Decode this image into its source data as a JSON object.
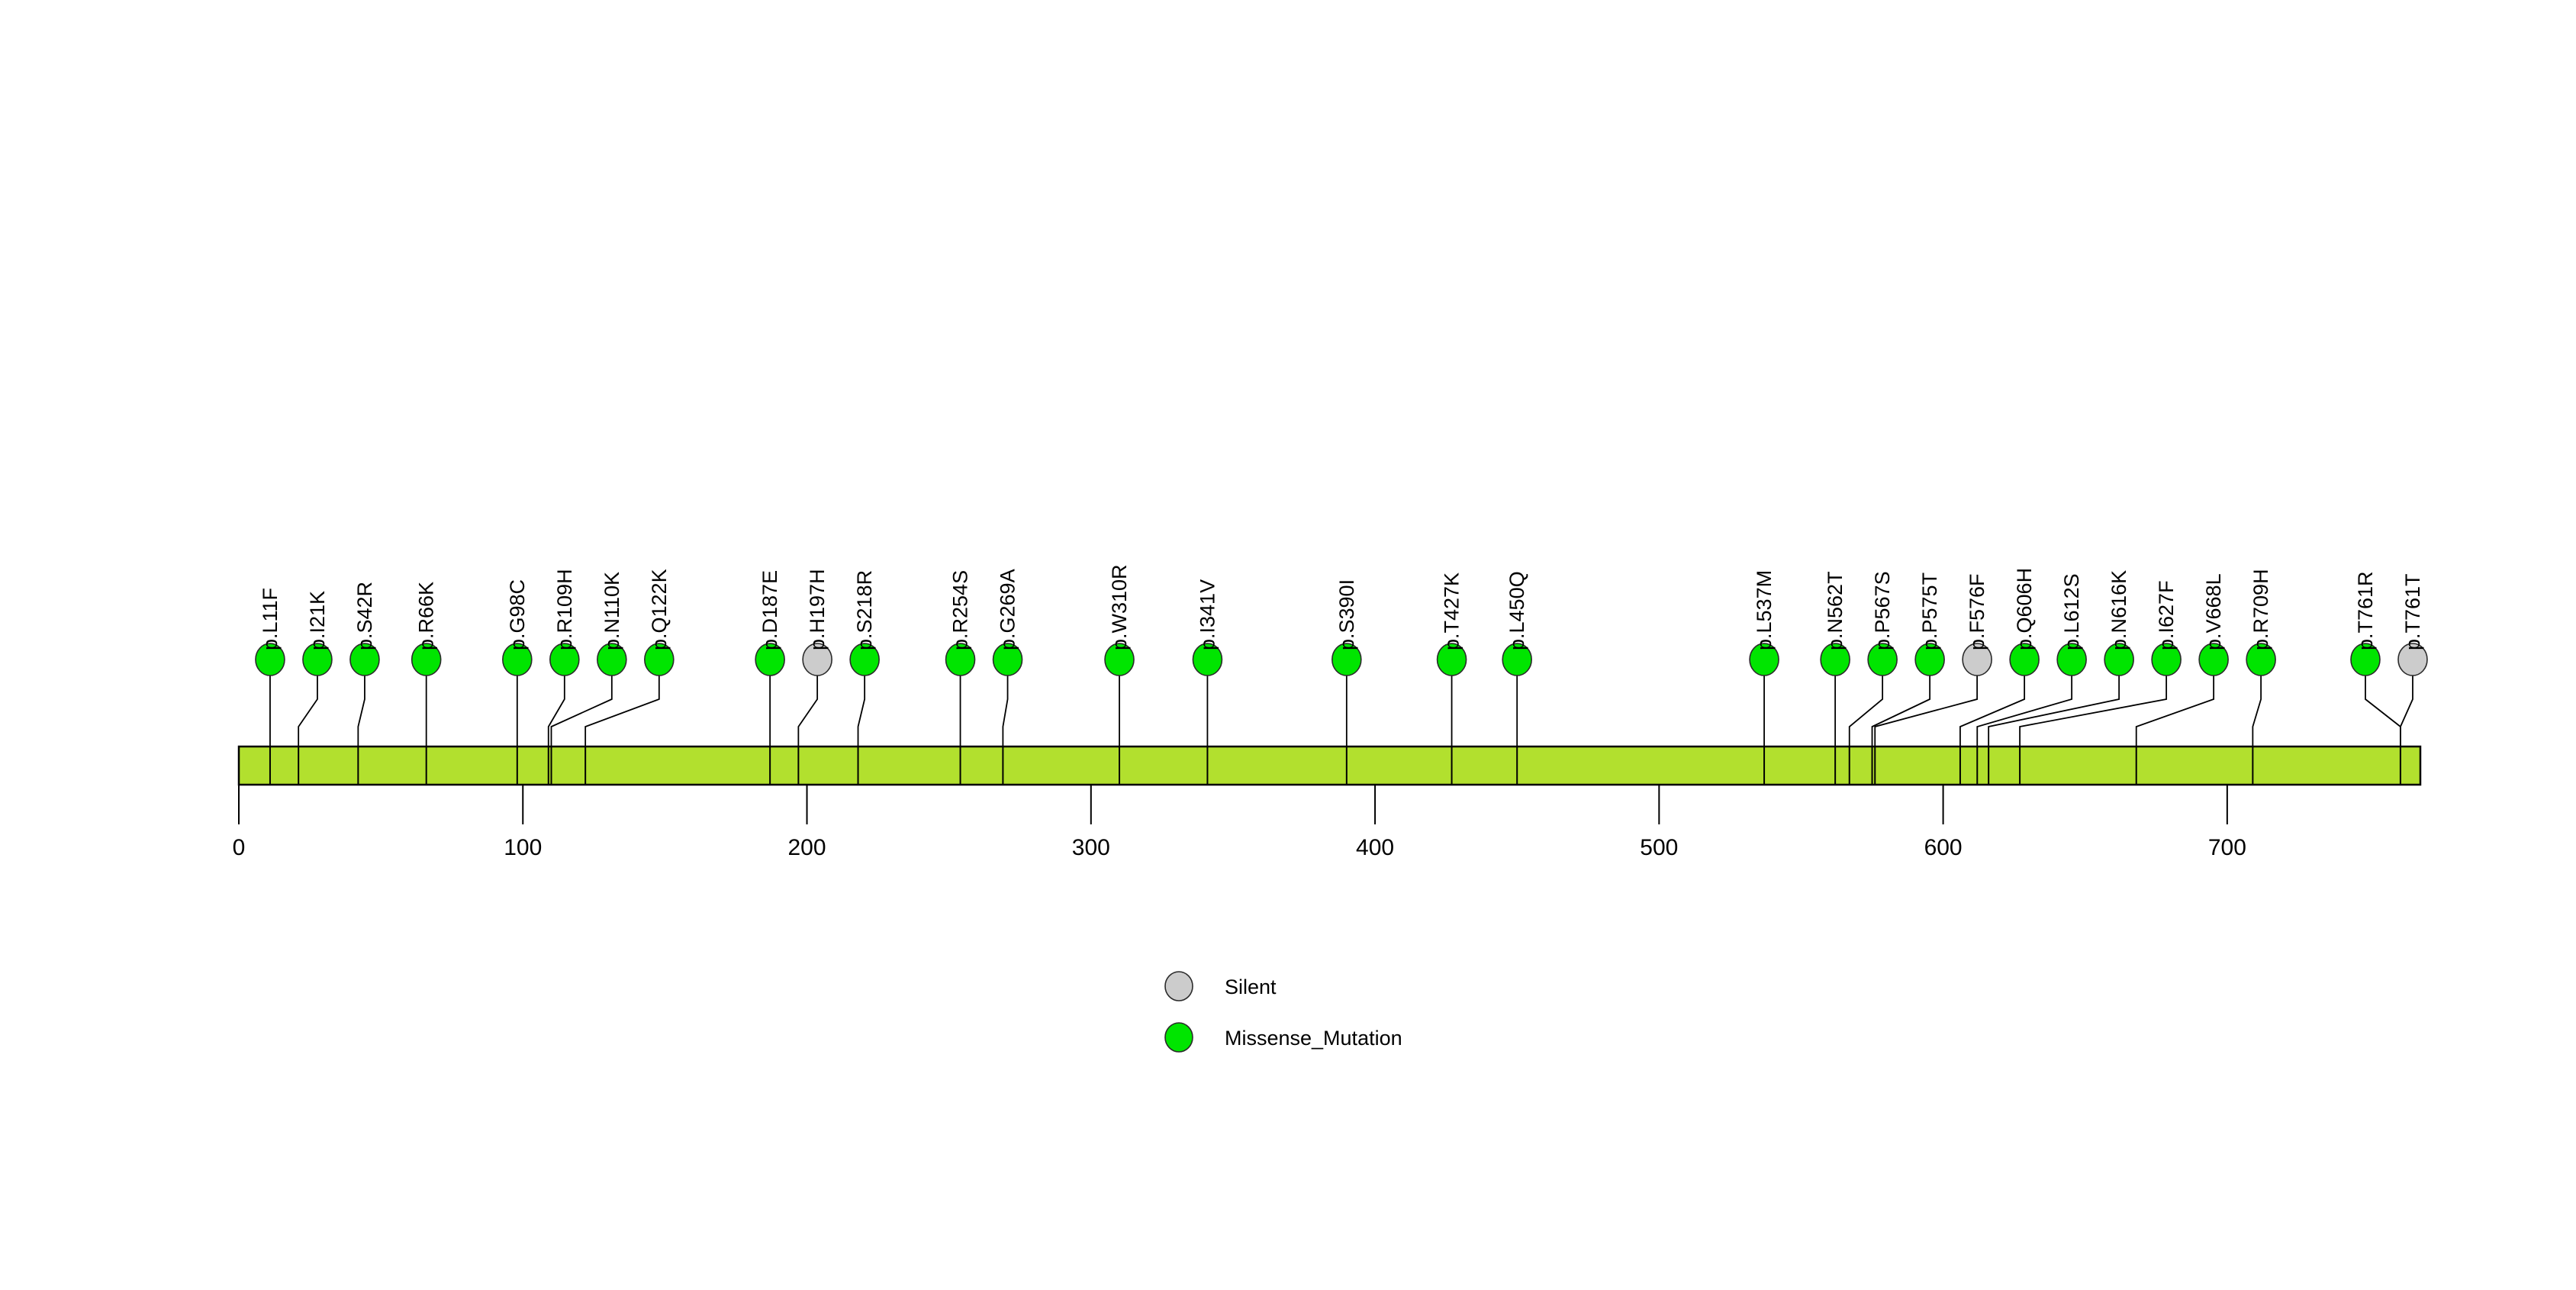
{
  "chart_data": {
    "type": "lollipop",
    "title": "",
    "xlabel": "",
    "ylabel": "",
    "xlim": [
      0,
      768
    ],
    "grid": false,
    "protein_length": 768,
    "protein_bar_color": "#B2E02E",
    "legend_position": "bottom-center",
    "axis_ticks": [
      0,
      100,
      200,
      300,
      400,
      500,
      600,
      700
    ],
    "axis_tick_labels": [
      "0",
      "100",
      "200",
      "300",
      "400",
      "500",
      "600",
      "700"
    ],
    "legend": [
      {
        "label": "Silent",
        "color": "#CCCCCC"
      },
      {
        "label": "Missense_Mutation",
        "color": "#00E500"
      }
    ],
    "categories": [
      "p.L11F",
      "p.I21K",
      "p.S42R",
      "p.R66K",
      "p.G98C",
      "p.R109H",
      "p.N110K",
      "p.Q122K",
      "p.D187E",
      "p.H197H",
      "p.S218R",
      "p.R254S",
      "p.G269A",
      "p.W310R",
      "p.I341V",
      "p.S390I",
      "p.T427K",
      "p.L450Q",
      "p.L537M",
      "p.N562T",
      "p.P567S",
      "p.P575T",
      "p.F576F",
      "p.Q606H",
      "p.L612S",
      "p.N616K",
      "p.I627F",
      "p.V668L",
      "p.R709H",
      "p.T761R",
      "p.T761T"
    ],
    "positions": [
      11,
      21,
      42,
      66,
      98,
      109,
      110,
      122,
      187,
      197,
      218,
      254,
      269,
      310,
      341,
      390,
      427,
      450,
      537,
      562,
      567,
      575,
      576,
      606,
      612,
      616,
      627,
      668,
      709,
      761,
      761
    ],
    "values": [
      1,
      1,
      1,
      1,
      1,
      1,
      1,
      1,
      1,
      1,
      1,
      1,
      1,
      1,
      1,
      1,
      1,
      1,
      1,
      1,
      1,
      1,
      1,
      1,
      1,
      1,
      1,
      1,
      1,
      1,
      1
    ],
    "mutations": [
      {
        "label": "p.L11F",
        "position": 11,
        "type": "Missense_Mutation",
        "color": "#00E500",
        "count": 1
      },
      {
        "label": "p.I21K",
        "position": 21,
        "type": "Missense_Mutation",
        "color": "#00E500",
        "count": 1
      },
      {
        "label": "p.S42R",
        "position": 42,
        "type": "Missense_Mutation",
        "color": "#00E500",
        "count": 1
      },
      {
        "label": "p.R66K",
        "position": 66,
        "type": "Missense_Mutation",
        "color": "#00E500",
        "count": 1
      },
      {
        "label": "p.G98C",
        "position": 98,
        "type": "Missense_Mutation",
        "color": "#00E500",
        "count": 1
      },
      {
        "label": "p.R109H",
        "position": 109,
        "type": "Missense_Mutation",
        "color": "#00E500",
        "count": 1
      },
      {
        "label": "p.N110K",
        "position": 110,
        "type": "Missense_Mutation",
        "color": "#00E500",
        "count": 1
      },
      {
        "label": "p.Q122K",
        "position": 122,
        "type": "Missense_Mutation",
        "color": "#00E500",
        "count": 1
      },
      {
        "label": "p.D187E",
        "position": 187,
        "type": "Missense_Mutation",
        "color": "#00E500",
        "count": 1
      },
      {
        "label": "p.H197H",
        "position": 197,
        "type": "Silent",
        "color": "#CCCCCC",
        "count": 1
      },
      {
        "label": "p.S218R",
        "position": 218,
        "type": "Missense_Mutation",
        "color": "#00E500",
        "count": 1
      },
      {
        "label": "p.R254S",
        "position": 254,
        "type": "Missense_Mutation",
        "color": "#00E500",
        "count": 1
      },
      {
        "label": "p.G269A",
        "position": 269,
        "type": "Missense_Mutation",
        "color": "#00E500",
        "count": 1
      },
      {
        "label": "p.W310R",
        "position": 310,
        "type": "Missense_Mutation",
        "color": "#00E500",
        "count": 1
      },
      {
        "label": "p.I341V",
        "position": 341,
        "type": "Missense_Mutation",
        "color": "#00E500",
        "count": 1
      },
      {
        "label": "p.S390I",
        "position": 390,
        "type": "Missense_Mutation",
        "color": "#00E500",
        "count": 1
      },
      {
        "label": "p.T427K",
        "position": 427,
        "type": "Missense_Mutation",
        "color": "#00E500",
        "count": 1
      },
      {
        "label": "p.L450Q",
        "position": 450,
        "type": "Missense_Mutation",
        "color": "#00E500",
        "count": 1
      },
      {
        "label": "p.L537M",
        "position": 537,
        "type": "Missense_Mutation",
        "color": "#00E500",
        "count": 1
      },
      {
        "label": "p.N562T",
        "position": 562,
        "type": "Missense_Mutation",
        "color": "#00E500",
        "count": 1
      },
      {
        "label": "p.P567S",
        "position": 567,
        "type": "Missense_Mutation",
        "color": "#00E500",
        "count": 1
      },
      {
        "label": "p.P575T",
        "position": 575,
        "type": "Missense_Mutation",
        "color": "#00E500",
        "count": 1
      },
      {
        "label": "p.F576F",
        "position": 576,
        "type": "Silent",
        "color": "#CCCCCC",
        "count": 1
      },
      {
        "label": "p.Q606H",
        "position": 606,
        "type": "Missense_Mutation",
        "color": "#00E500",
        "count": 1
      },
      {
        "label": "p.L612S",
        "position": 612,
        "type": "Missense_Mutation",
        "color": "#00E500",
        "count": 1
      },
      {
        "label": "p.N616K",
        "position": 616,
        "type": "Missense_Mutation",
        "color": "#00E500",
        "count": 1
      },
      {
        "label": "p.I627F",
        "position": 627,
        "type": "Missense_Mutation",
        "color": "#00E500",
        "count": 1
      },
      {
        "label": "p.V668L",
        "position": 668,
        "type": "Missense_Mutation",
        "color": "#00E500",
        "count": 1
      },
      {
        "label": "p.R709H",
        "position": 709,
        "type": "Missense_Mutation",
        "color": "#00E500",
        "count": 1
      },
      {
        "label": "p.T761R",
        "position": 761,
        "type": "Missense_Mutation",
        "color": "#00E500",
        "count": 1
      },
      {
        "label": "p.T761T",
        "position": 761,
        "type": "Silent",
        "color": "#CCCCCC",
        "count": 1
      }
    ]
  }
}
